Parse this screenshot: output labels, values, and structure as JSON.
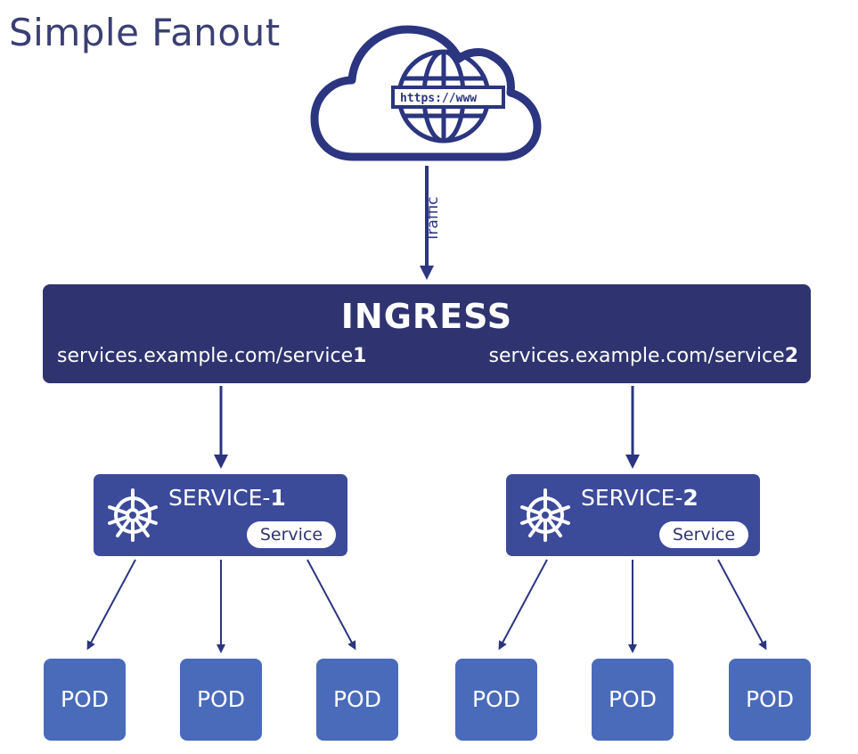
{
  "title": "Simple Fanout",
  "cloud": {
    "url_label": "https://www"
  },
  "traffic_label": "Traffic",
  "ingress": {
    "title": "INGRESS",
    "routes": [
      {
        "prefix": "services.example.com/service",
        "suffix": "1"
      },
      {
        "prefix": "services.example.com/service",
        "suffix": "2"
      }
    ]
  },
  "services": [
    {
      "name_prefix": "SERVICE-",
      "name_suffix": "1",
      "badge": "Service"
    },
    {
      "name_prefix": "SERVICE-",
      "name_suffix": "2",
      "badge": "Service"
    }
  ],
  "pods": [
    "POD",
    "POD",
    "POD",
    "POD",
    "POD",
    "POD"
  ],
  "colors": {
    "title": "#3a3f73",
    "ingress_bg": "#2f3470",
    "service_bg": "#3c4a9a",
    "pod_bg": "#4a6bba",
    "arrow": "#2b3580",
    "cloud_stroke": "#2b3580"
  },
  "icons": {
    "cloud": "cloud-icon",
    "globe": "globe-icon",
    "helm": "kubernetes-helm-icon"
  }
}
